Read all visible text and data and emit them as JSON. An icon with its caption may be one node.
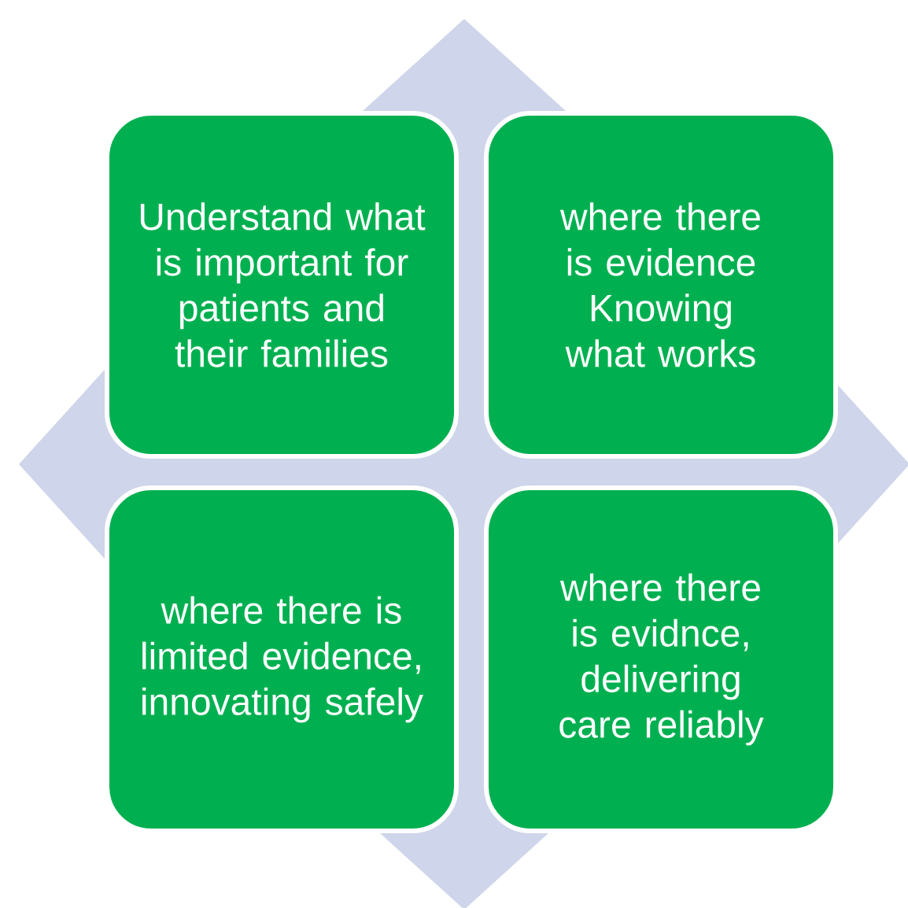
{
  "diagram": {
    "nodes": [
      {
        "text": [
          "Understand what is important for patients and their families"
        ]
      },
      {
        "text": [
          "where there is evidence Knowing what works"
        ]
      },
      {
        "text": [
          "where there is limited evidence, innovating safely"
        ]
      },
      {
        "text": [
          "where there is evidnce, delivering care reliably"
        ]
      }
    ]
  }
}
